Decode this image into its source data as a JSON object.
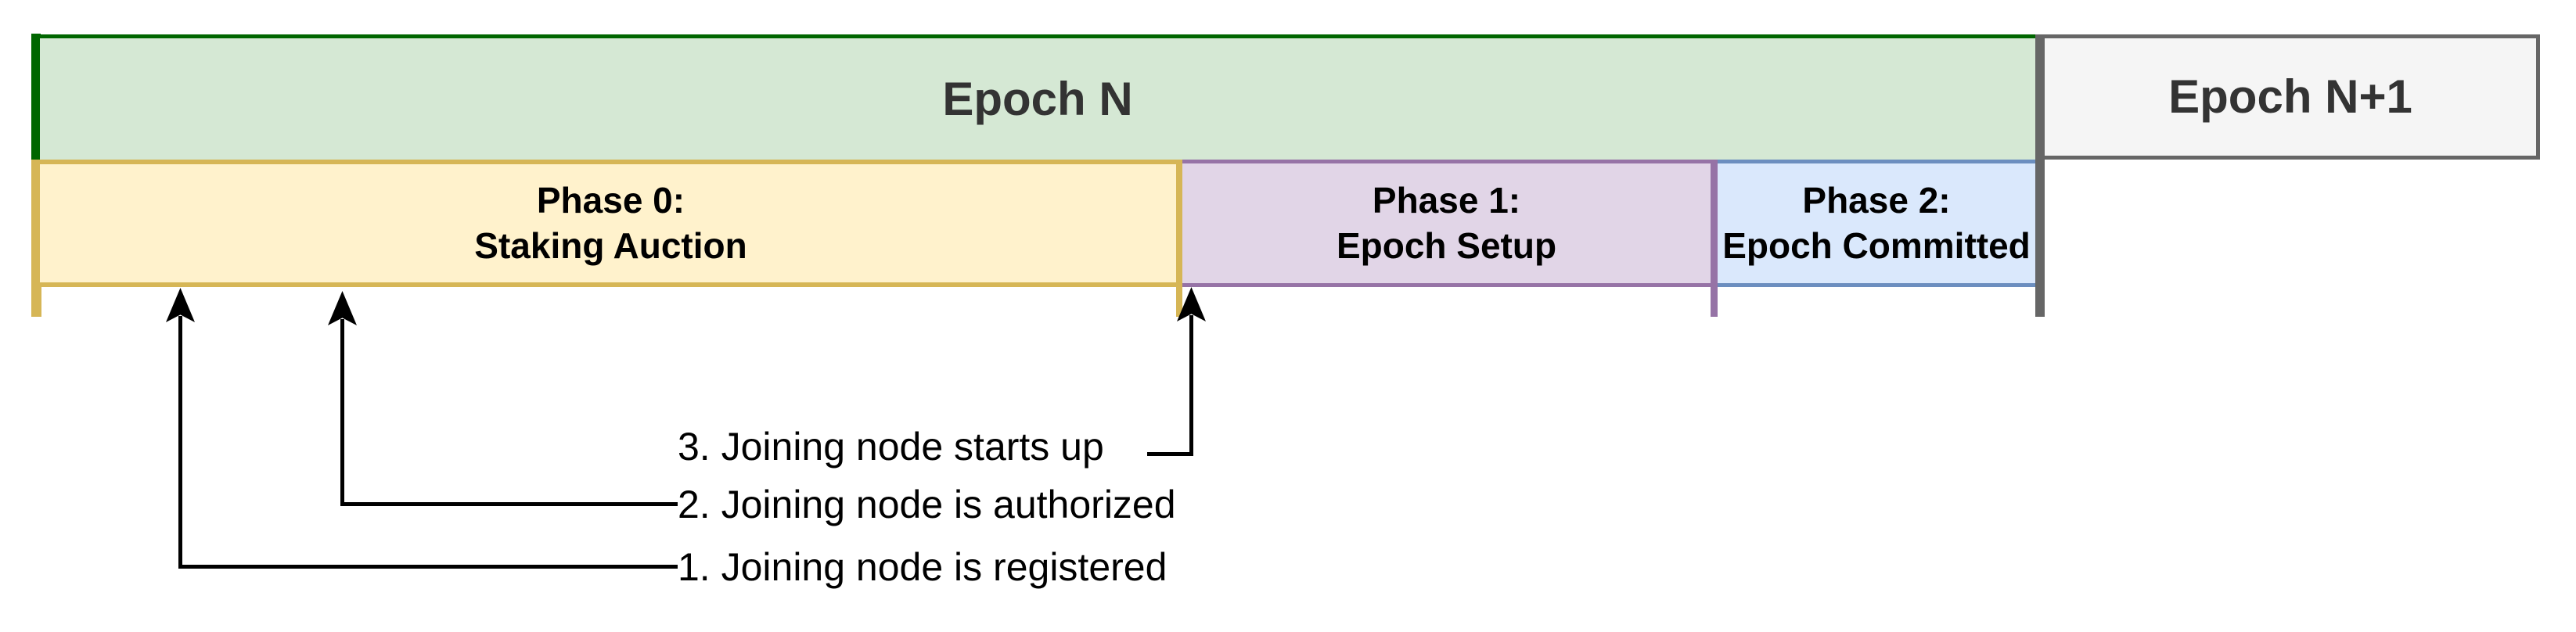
{
  "epochs": [
    {
      "id": "epoch-n",
      "label": "Epoch N"
    },
    {
      "id": "epoch-n1",
      "label": "Epoch N+1"
    }
  ],
  "phases": [
    {
      "id": "phase-0",
      "line1": "Phase 0:",
      "line2": "Staking Auction"
    },
    {
      "id": "phase-1",
      "line1": "Phase 1:",
      "line2": "Epoch Setup"
    },
    {
      "id": "phase-2",
      "line1": "Phase 2:",
      "line2": "Epoch Committed"
    }
  ],
  "annotations": [
    {
      "id": "1",
      "label": "1. Joining node is registered"
    },
    {
      "id": "2",
      "label": "2. Joining node is authorized"
    },
    {
      "id": "3",
      "label": "3. Joining node starts up"
    }
  ],
  "colors": {
    "green_fill": "#d5e8d4",
    "green_border": "#006600",
    "yellow_fill": "#fff2cc",
    "yellow_border": "#d6b656",
    "purple_fill": "#e1d5e7",
    "purple_border": "#9673a6",
    "blue_fill": "#dae8fc",
    "blue_border": "#6c8ebf",
    "gray_fill": "#f5f5f5",
    "gray_border": "#666666",
    "epoch_text": "#333333",
    "line_black": "#000000"
  }
}
